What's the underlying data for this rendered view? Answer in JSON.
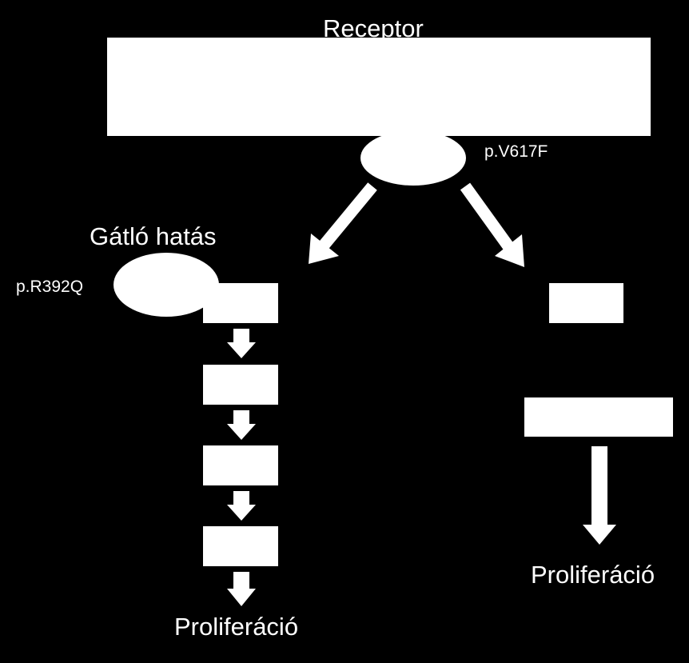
{
  "colors": {
    "background": "#000000",
    "foreground": "#ffffff"
  },
  "labels": {
    "receptor": "Receptor",
    "mutation_right": "p.V617F",
    "inhibition": "Gátló hatás",
    "mutation_left": "p.R392Q",
    "proliferation_left": "Proliferáció",
    "proliferation_right": "Proliferáció"
  }
}
